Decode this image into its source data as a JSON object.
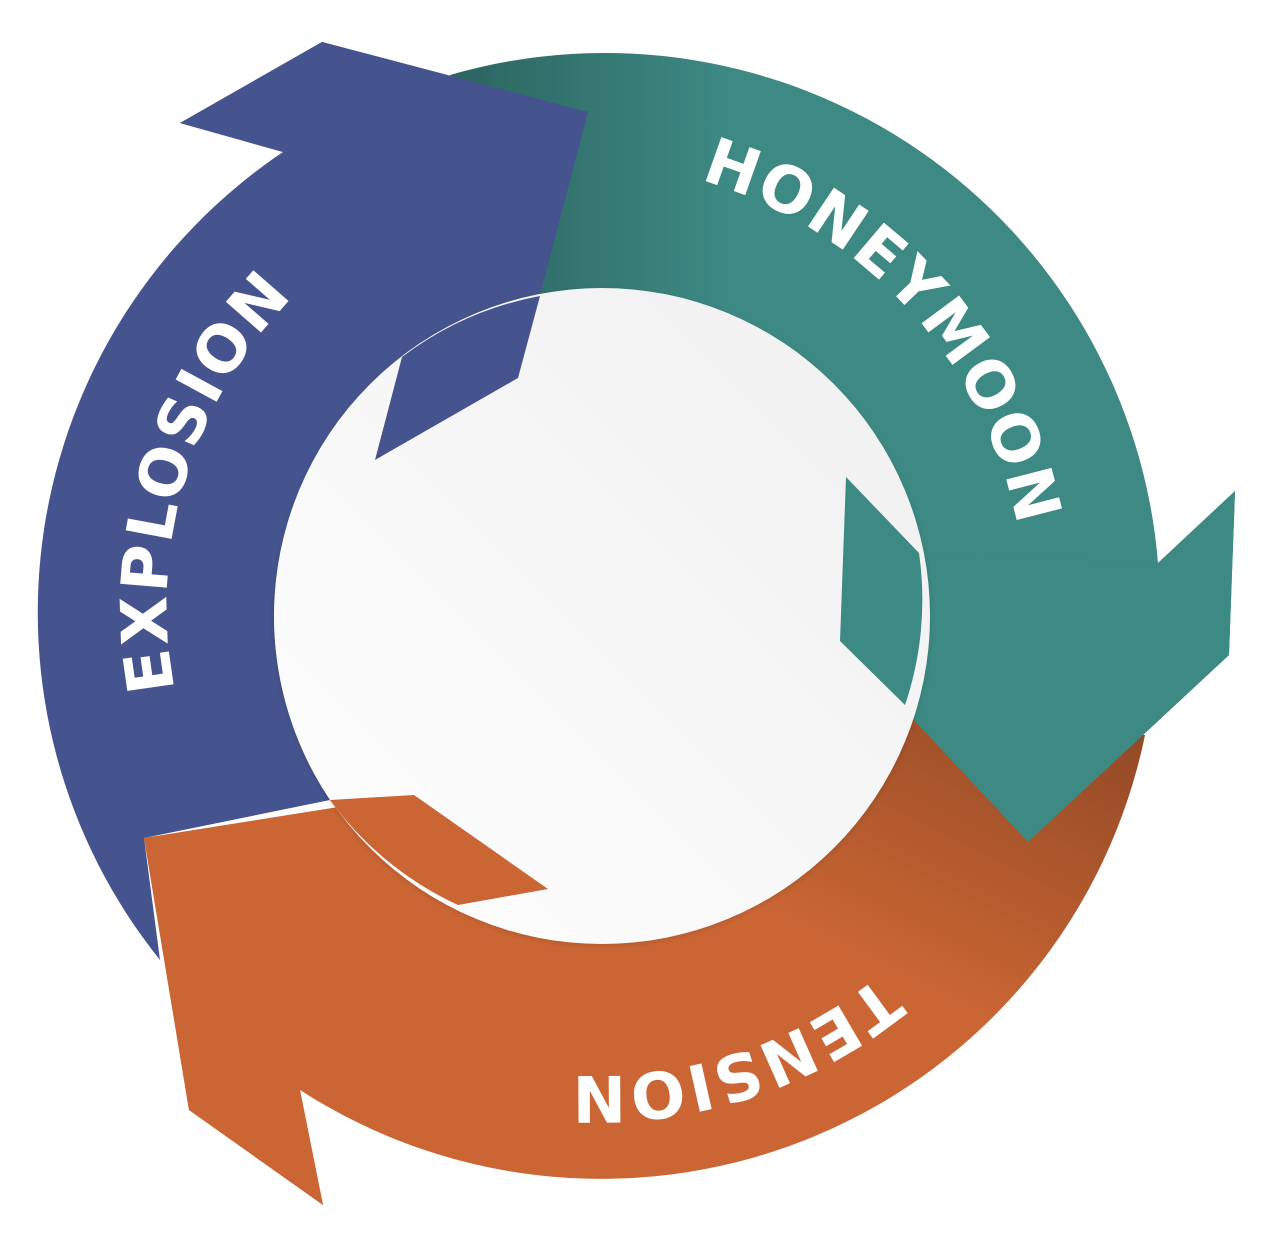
{
  "diagram": {
    "type": "cycle",
    "title": "",
    "stages": [
      {
        "id": "honeymoon",
        "label": "HONEYMOON",
        "color": "#3D8983",
        "shade": "#2F6B66",
        "direction": "clockwise"
      },
      {
        "id": "tension",
        "label": "TENSION",
        "color": "#CB6634",
        "shade": "#A0522A",
        "direction": "clockwise"
      },
      {
        "id": "explosion",
        "label": "EXPLOSION",
        "color": "#45548E",
        "shade": "#3B4A7F",
        "direction": "clockwise"
      }
    ],
    "flow": [
      "HONEYMOON",
      "TENSION",
      "EXPLOSION",
      "HONEYMOON"
    ],
    "center_fill": "#F7F7F7"
  }
}
